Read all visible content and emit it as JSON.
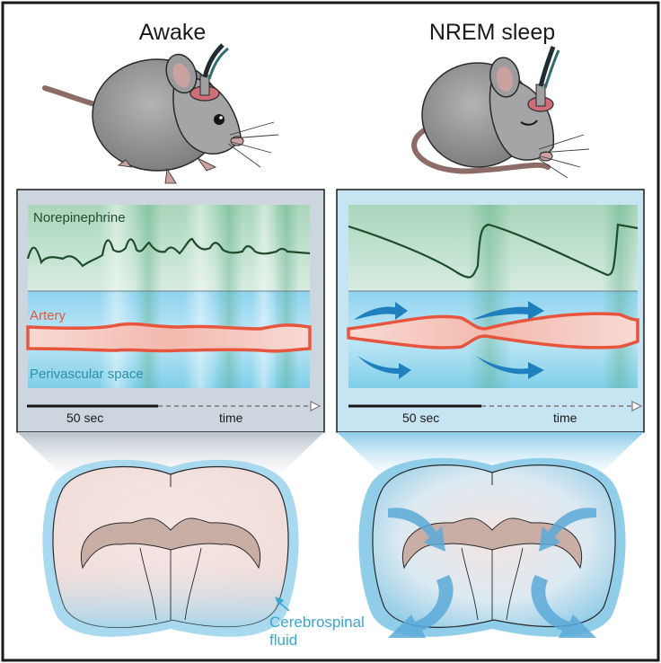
{
  "columns": {
    "awake": {
      "title": "Awake",
      "trace_label": "Norepinephrine",
      "artery_label": "Artery",
      "perivascular_label": "Perivascular space",
      "scale_label": "50 sec",
      "time_label": "time"
    },
    "nrem": {
      "title": "NREM sleep",
      "scale_label": "50 sec",
      "time_label": "time"
    }
  },
  "csf": {
    "line1": "Cerebrospinal",
    "line2": "fluid"
  },
  "colors": {
    "norepinephrine_trace": "#1f4d2c",
    "artery": "#e8553e",
    "artery_fill": "#f6cfc8",
    "perivascular": "#3fb5d8",
    "flow_arrow": "#1f7fbf",
    "csf_label": "#3aa6d4",
    "mouse_body": "#9a9a9c",
    "brain_tissue": "#f4e4e2",
    "ventricle": "#c9aea6"
  },
  "icons": {
    "awake_mouse": "mouse-awake-icon",
    "sleep_mouse": "mouse-sleeping-icon",
    "implant": "fiber-optic-implant-icon"
  }
}
